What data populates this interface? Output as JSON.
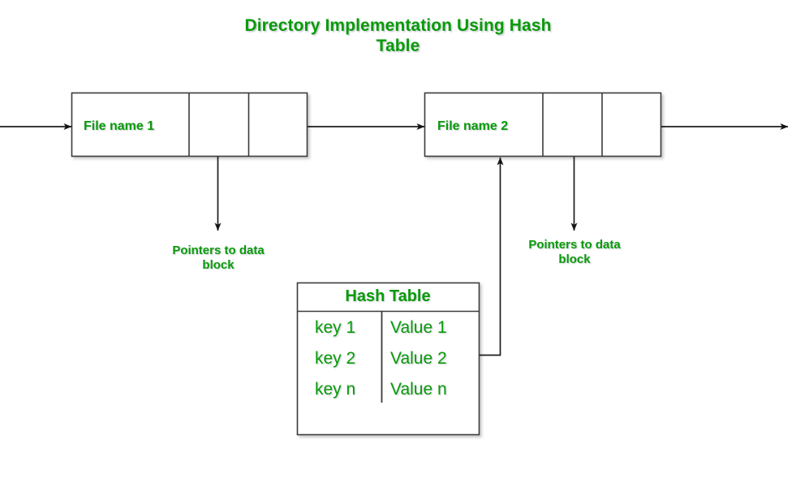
{
  "title": "Directory Implementation Using Hash\nTable",
  "theme": {
    "text_green": "#089b08",
    "stroke": "#2b2b2b",
    "background": "#ffffff"
  },
  "directory_entries": [
    {
      "name": "file-entry-1",
      "label": "File name 1",
      "pointer_label": "Pointers to data\nblock",
      "cells": 3
    },
    {
      "name": "file-entry-2",
      "label": "File name 2",
      "pointer_label": "Pointers to data\nblock",
      "cells": 3
    }
  ],
  "hash_table": {
    "title": "Hash Table",
    "columns": [
      "key",
      "value"
    ],
    "rows": [
      {
        "key": "key 1",
        "value": "Value 1"
      },
      {
        "key": "key 2",
        "value": "Value 2"
      },
      {
        "key": "key n",
        "value": "Value n"
      }
    ]
  },
  "connections": [
    {
      "name": "incoming-chain-arrow",
      "from": "left-edge",
      "to": "file-entry-1"
    },
    {
      "name": "entry1-to-entry2-arrow",
      "from": "file-entry-1",
      "to": "file-entry-2"
    },
    {
      "name": "entry2-to-right-arrow",
      "from": "file-entry-2",
      "to": "right-edge"
    },
    {
      "name": "entry1-pointer-arrow",
      "from": "file-entry-1",
      "to": "pointers-to-data-block-1"
    },
    {
      "name": "entry2-pointer-arrow",
      "from": "file-entry-2",
      "to": "pointers-to-data-block-2"
    },
    {
      "name": "hash-table-to-entry2-arrow",
      "from": "hash-table",
      "to": "file-entry-2"
    }
  ]
}
